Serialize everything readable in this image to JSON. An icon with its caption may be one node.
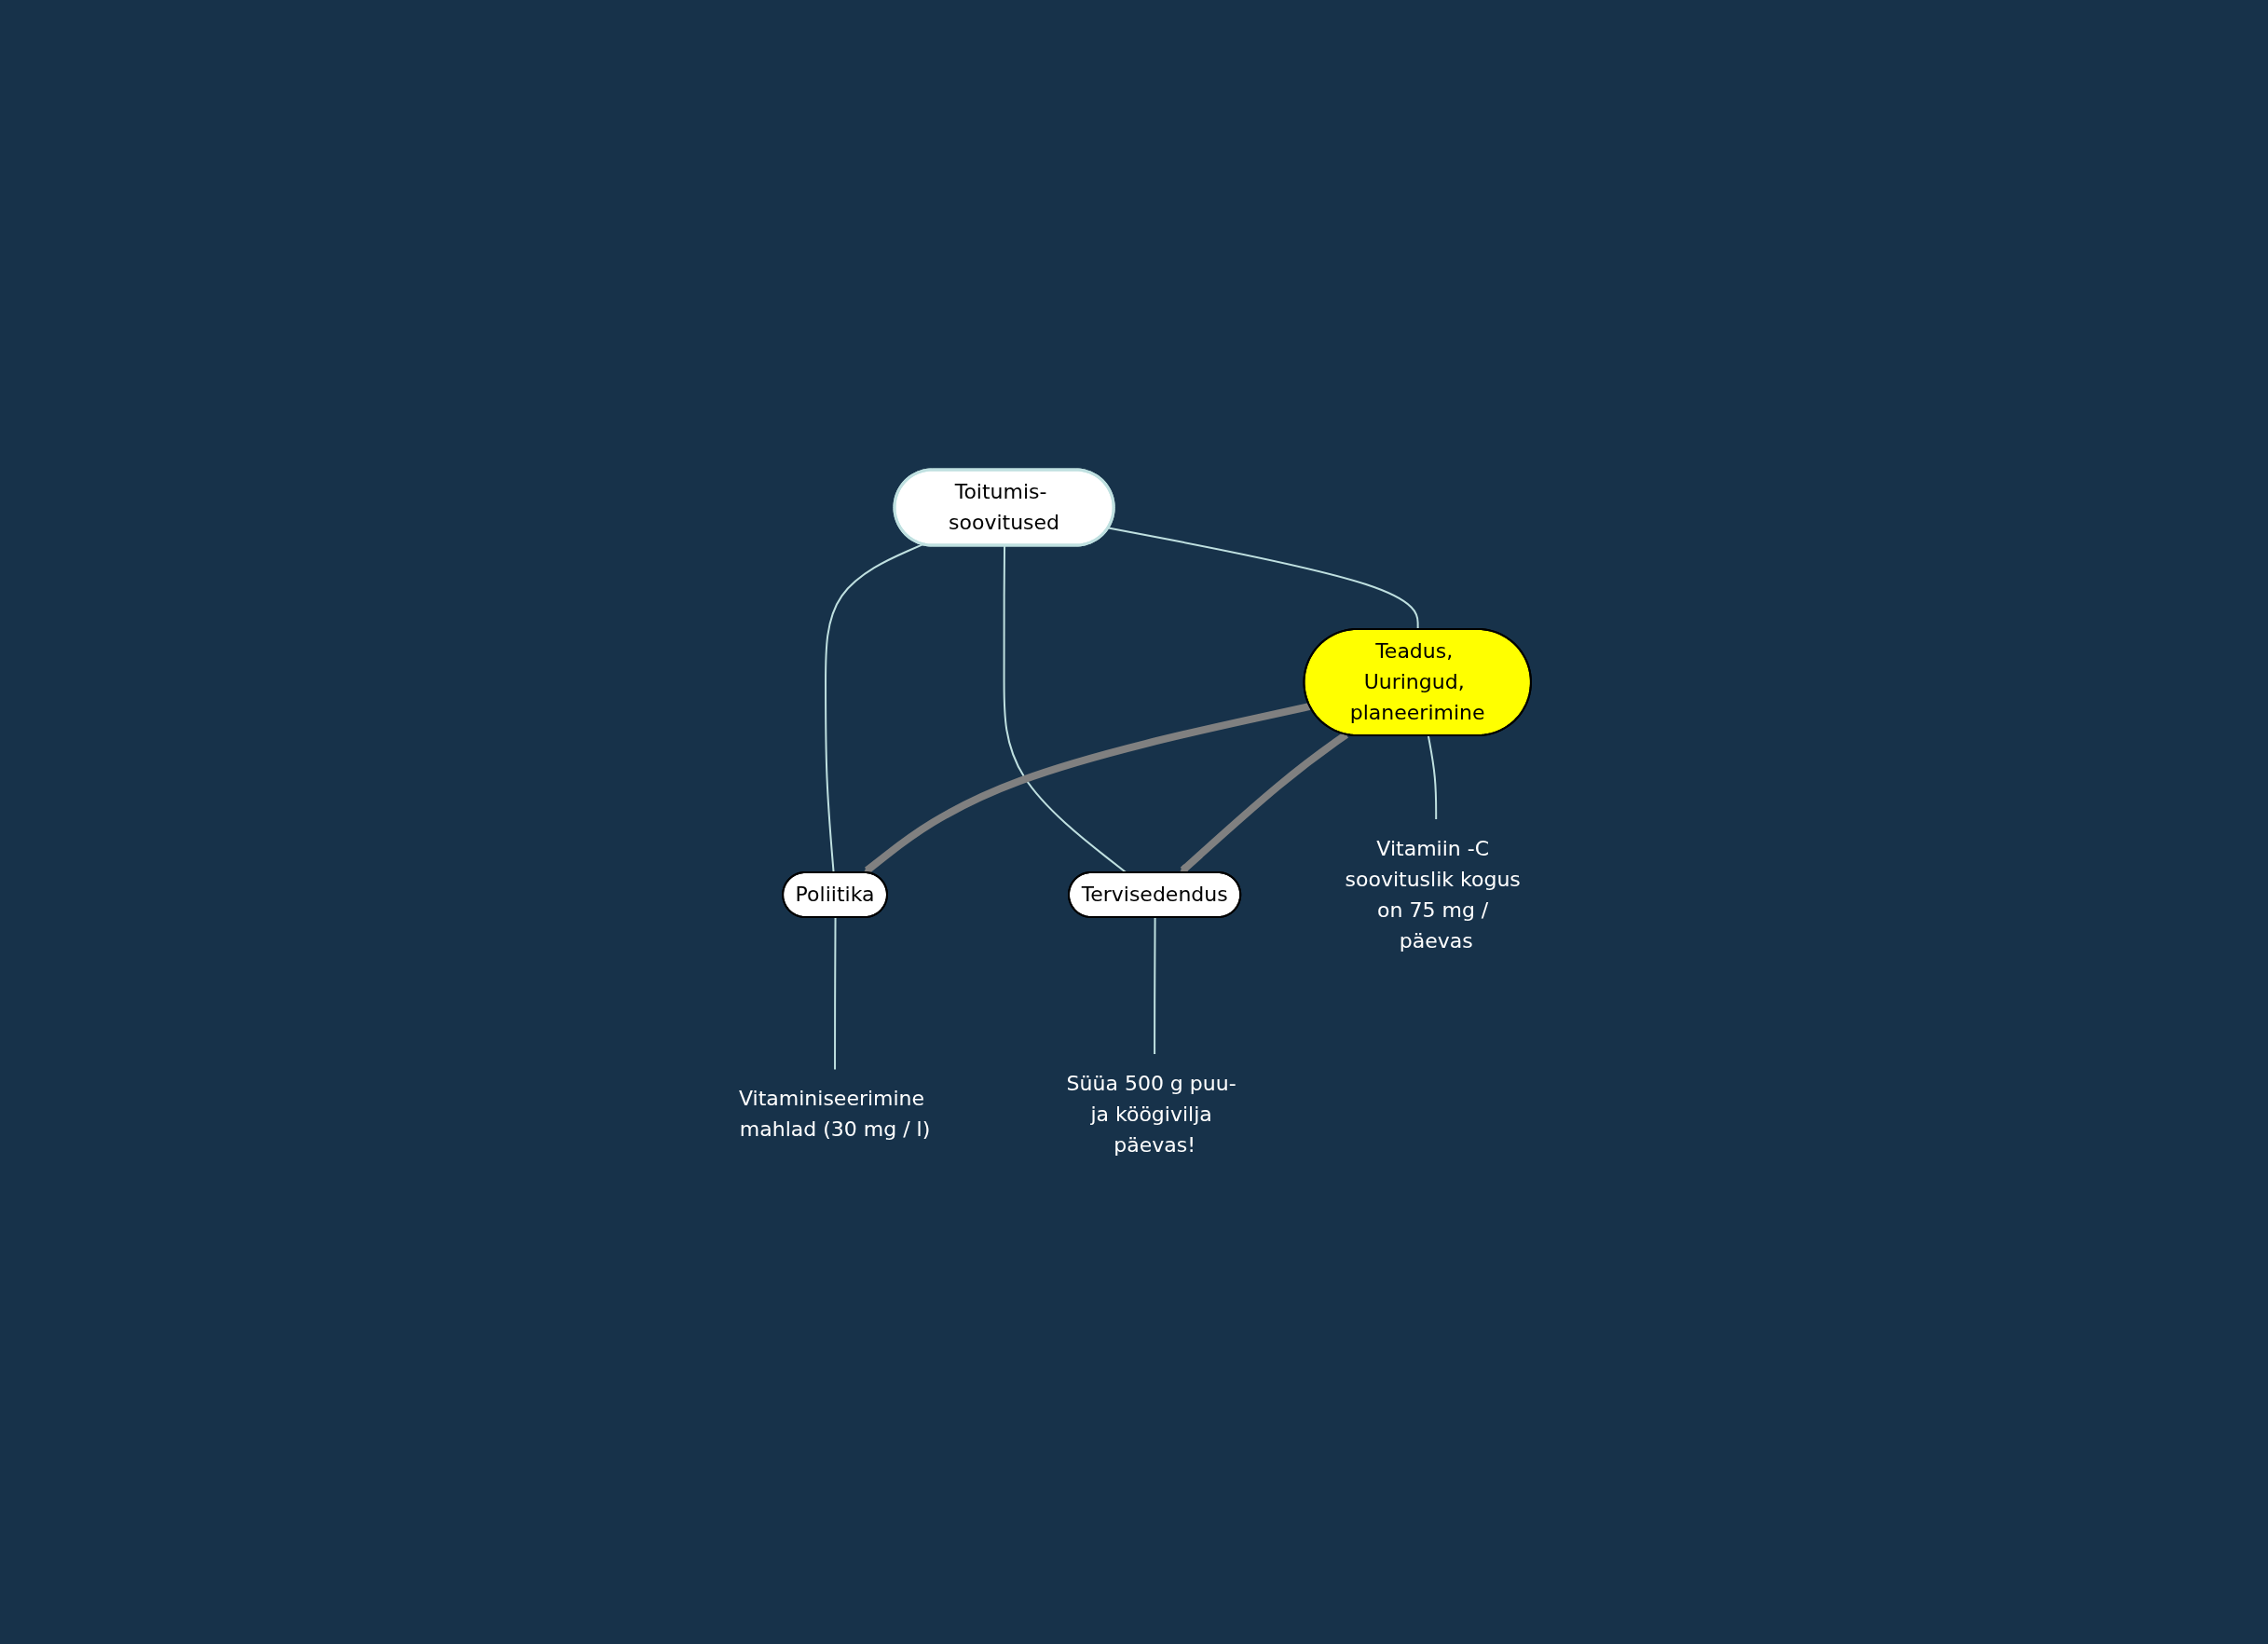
{
  "diagram": {
    "nodes": [
      {
        "text": [
          "Toitumis- soovitused"
        ]
      },
      {
        "text": [
          "Poliitika"
        ]
      },
      {
        "text": [
          "Teadus, Uuringud, planeerimine"
        ]
      },
      {
        "text": [
          "Tervisedendus"
        ]
      },
      {
        "text": [
          "Vitaminiseerimine mahlad (30 mg / l)"
        ]
      },
      {
        "text": [
          "Vitamiin -C soovituslik kogus on 75 mg / päevas"
        ]
      },
      {
        "text": [
          "Süüa 500 g puu- ja köögivilja päevas!"
        ]
      }
    ],
    "edges": [
      {
        "from": 0,
        "to": 1,
        "arrow": "none",
        "color": "#bfe0e0"
      },
      {
        "from": 0,
        "to": 2,
        "arrow": "none",
        "color": "#bfe0e0"
      },
      {
        "from": 0,
        "to": 3,
        "arrow": "none",
        "color": "#bfe0e0"
      },
      {
        "from": 2,
        "to": 1,
        "arrow": "to",
        "style": "thick",
        "color": "#808080"
      },
      {
        "from": 2,
        "to": 3,
        "arrow": "to",
        "style": "thick",
        "color": "#808080"
      },
      {
        "from": 1,
        "to": 4,
        "arrow": "none",
        "color": "#bfe0e0"
      },
      {
        "from": 2,
        "to": 5,
        "arrow": "none",
        "color": "#bfe0e0"
      },
      {
        "from": 3,
        "to": 6,
        "arrow": "none",
        "color": "#bfe0e0"
      }
    ]
  }
}
